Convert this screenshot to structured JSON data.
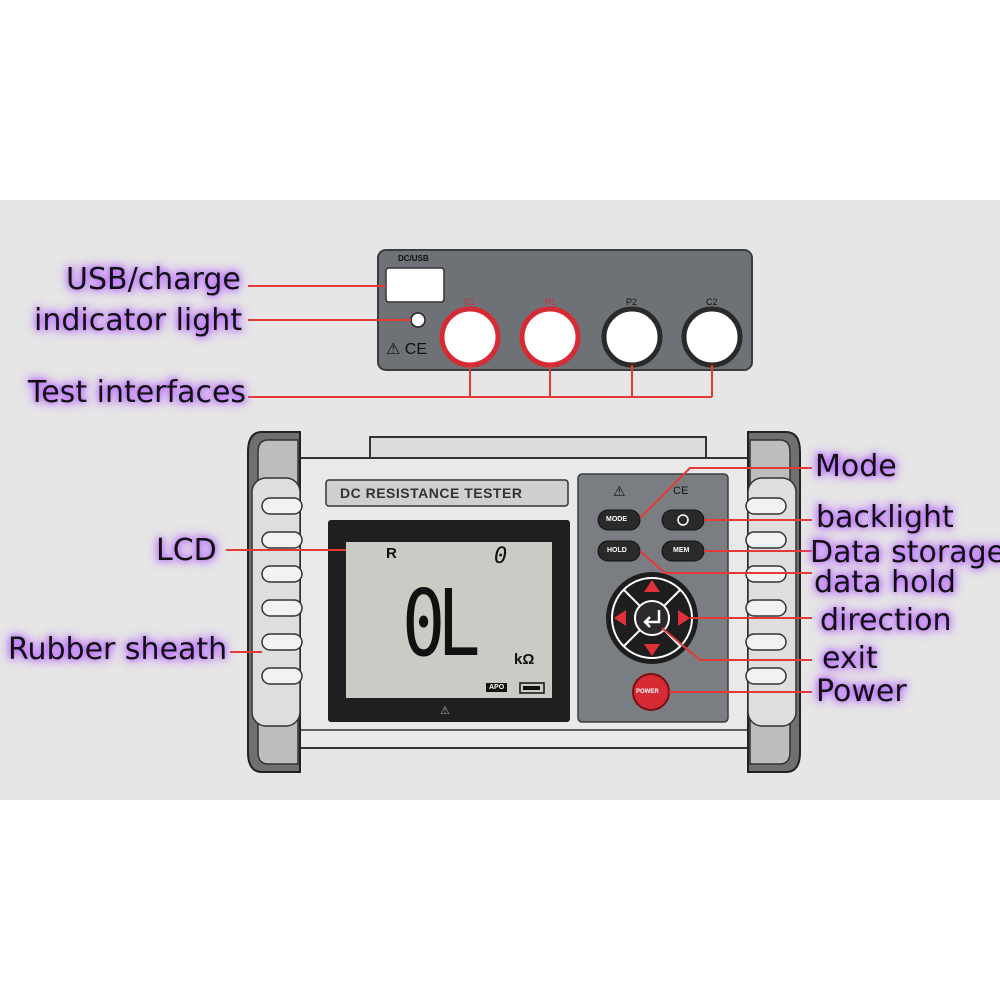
{
  "connector_panel": {
    "dc_usb": "DC/USB",
    "ports": [
      "C1",
      "P1",
      "P2",
      "C2"
    ],
    "marks": "⚠ CE"
  },
  "device": {
    "title": "DC RESISTANCE TESTER",
    "lcd": {
      "mode": "R",
      "memory": "0",
      "reading": "0L",
      "unit": "kΩ",
      "apo": "APO"
    },
    "buttons": {
      "mode": "MODE",
      "hold": "HOLD",
      "mem": "MEM",
      "power": "POWER"
    },
    "marks": {
      "warning": "⚠",
      "ce": "CE"
    }
  },
  "callouts": {
    "usb_charge": "USB/charge",
    "indicator_light": "indicator light",
    "test_interfaces": "Test interfaces",
    "lcd": "LCD",
    "rubber_sheath": "Rubber sheath",
    "mode": "Mode",
    "backlight": "backlight",
    "data_storage": "Data storage",
    "data_hold": "data hold",
    "direction": "direction",
    "exit": "exit",
    "power": "Power"
  },
  "colors": {
    "background": "#e8e8e8",
    "callout_line": "#e53935",
    "glow": "#b15cff",
    "panel": "#6b6f74",
    "port_ring": "#e0303a"
  }
}
